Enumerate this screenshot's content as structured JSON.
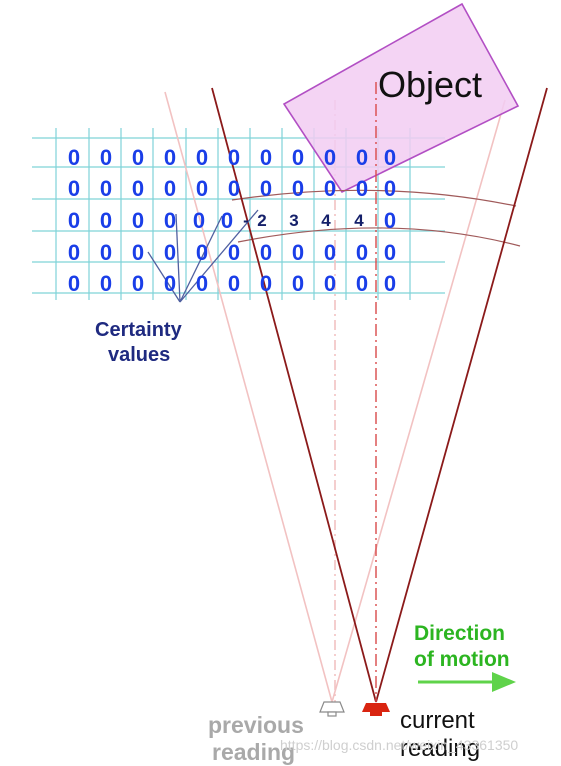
{
  "object_label": "Object",
  "certainty_label_lines": [
    "Certainty",
    "values"
  ],
  "direction_label_lines": [
    "Direction",
    "of motion"
  ],
  "previous_reading_lines": [
    "previous",
    "reading"
  ],
  "current_reading_lines": [
    "current",
    "reading"
  ],
  "watermark": "https://blog.csdn.net/weixin_43361350",
  "grid": {
    "rows": [
      [
        "0",
        "0",
        "0",
        "0",
        "0",
        "0",
        "0",
        "0",
        "0",
        "0",
        "0"
      ],
      [
        "0",
        "0",
        "0",
        "0",
        "0",
        "0",
        "0",
        "0",
        "0",
        "0",
        "0"
      ],
      [
        "0",
        "0",
        "0",
        "0",
        "0",
        "0",
        "-",
        "2",
        "3",
        "4",
        "4",
        "0"
      ],
      [
        "0",
        "0",
        "0",
        "0",
        "0",
        "0",
        "0",
        "0",
        "0",
        "0",
        "0"
      ],
      [
        "0",
        "0",
        "0",
        "0",
        "0",
        "0",
        "0",
        "0",
        "0",
        "0",
        "0"
      ]
    ]
  },
  "colors": {
    "grid_line": "#7fd3d8",
    "cell_text": "#1a3ee8",
    "object_fill": "#f2cdf2",
    "object_stroke": "#b24fc4",
    "current_cone": "#8b1a1a",
    "previous_cone": "#f2c2c2",
    "motion_arrow": "#5fd34a",
    "current_sensor": "#d92410",
    "certainty_text": "#1f2a80"
  },
  "icons": {
    "previous_sensor": "speaker-outline-icon",
    "current_sensor": "speaker-filled-icon",
    "motion_arrow": "arrow-right-icon"
  }
}
